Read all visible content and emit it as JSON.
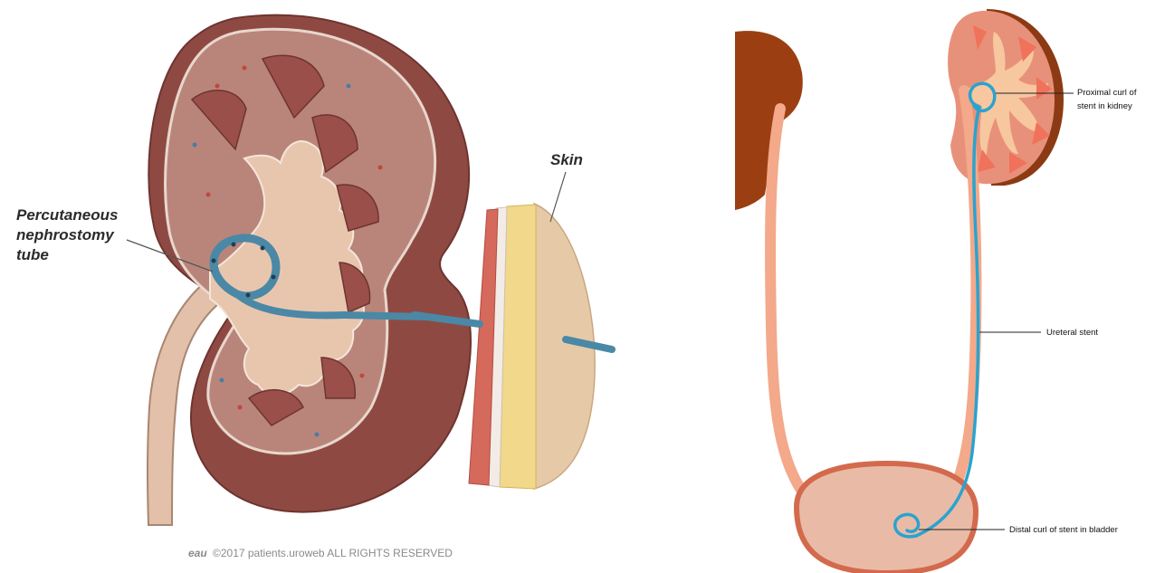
{
  "left_panel": {
    "labels": {
      "skin": "Skin",
      "tube_line1": "Percutaneous",
      "tube_line2": "nephrostomy",
      "tube_line3": "tube"
    },
    "footer": {
      "logo": "eau",
      "copyright": "©2017 patients.uroweb ALL RIGHTS RESERVED"
    }
  },
  "right_panel": {
    "labels": {
      "proximal_line1": "Proximal curl of",
      "proximal_line2": "stent in kidney",
      "ureteral_stent": "Ureteral stent",
      "distal": "Distal curl of stent in bladder"
    }
  },
  "colors": {
    "kidney_outer": "#8e4a42",
    "kidney_cortex": "#b9857b",
    "kidney_pelvis": "#e8c6ae",
    "pyramid": "#9a4f4a",
    "tube": "#4a88a6",
    "skin_tan": "#e6c9a6",
    "fat_yellow": "#f1d88a",
    "muscle_red": "#d56a5c",
    "ureter": "#f3a98a",
    "stent": "#2aa3cf",
    "bladder_fill": "#e9bba6",
    "bladder_wall": "#d36a4d",
    "dark_kidney": "#9b3f12",
    "calyx_red": "#f0725a"
  }
}
